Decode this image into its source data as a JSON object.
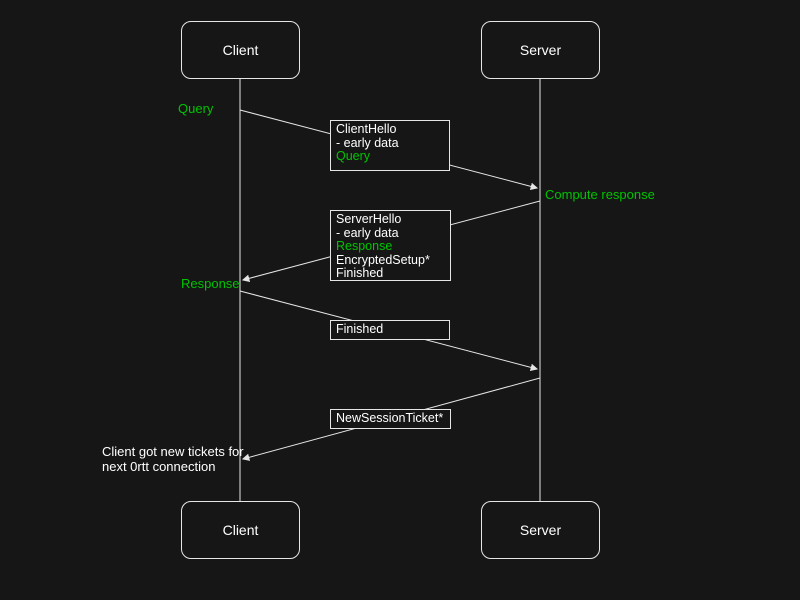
{
  "colors": {
    "background": "#161616",
    "stroke": "#e6e6e6",
    "text": "#ffffff",
    "green": "#00c300"
  },
  "actors": {
    "client_top": "Client",
    "server_top": "Server",
    "client_bottom": "Client",
    "server_bottom": "Server"
  },
  "labels": {
    "query": "Query",
    "compute_response": "Compute response",
    "response": "Response",
    "note": "Client got new tickets for next 0rtt connection"
  },
  "messages": [
    {
      "name": "client-hello",
      "from": "Client",
      "to": "Server",
      "lines": [
        {
          "text": "ClientHello",
          "green": false
        },
        {
          "text": "- early data",
          "green": false
        },
        {
          "text": "Query",
          "green": true
        }
      ]
    },
    {
      "name": "server-hello",
      "from": "Server",
      "to": "Client",
      "lines": [
        {
          "text": "ServerHello",
          "green": false
        },
        {
          "text": "- early data",
          "green": false
        },
        {
          "text": "Response",
          "green": true
        },
        {
          "text": "EncryptedSetup*",
          "green": false
        },
        {
          "text": "Finished",
          "green": false
        }
      ]
    },
    {
      "name": "finished",
      "from": "Client",
      "to": "Server",
      "lines": [
        {
          "text": "Finished",
          "green": false
        }
      ]
    },
    {
      "name": "new-session-ticket",
      "from": "Server",
      "to": "Client",
      "lines": [
        {
          "text": "NewSessionTicket*",
          "green": false
        }
      ]
    }
  ]
}
